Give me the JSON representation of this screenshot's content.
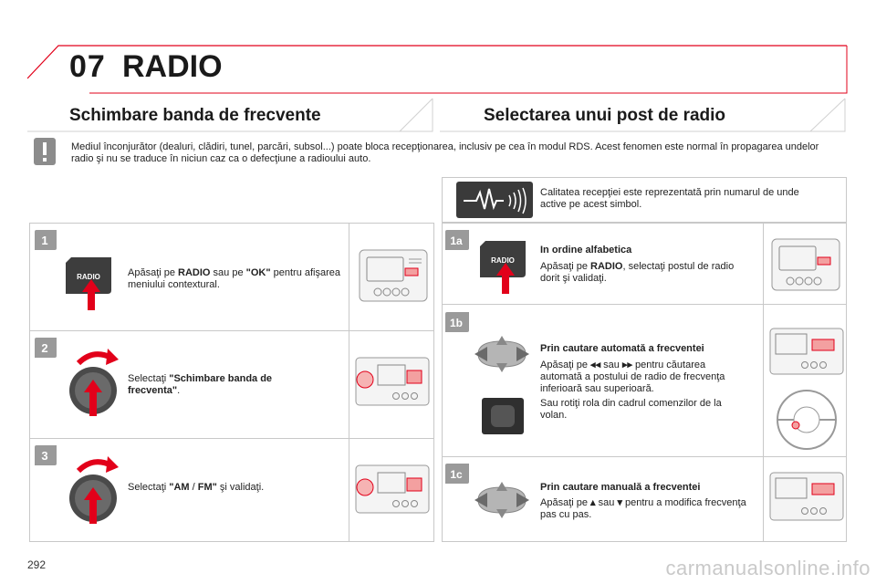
{
  "chapter": {
    "number": "07",
    "title": "RADIO"
  },
  "sections": {
    "left_title": "Schimbare banda de frecvente",
    "right_title": "Selectarea unui post de radio"
  },
  "warning": {
    "icon": "exclamation-icon",
    "text": "Mediul înconjurător (dealuri, clădiri, tunel, parcări, subsol...) poate bloca recepţionarea, inclusiv pe cea în modul RDS. Acest fenomen este normal în propagarea undelor radio şi nu se traduce în niciun caz ca o defecţiune a radioului auto."
  },
  "signal_note": "Calitatea recepţiei este reprezentată prin numarul de unde active pe acest simbol.",
  "left_steps": [
    {
      "badge": "1",
      "text_pre": "Apăsaţi pe ",
      "b1": "RADIO",
      "text_mid": " sau pe ",
      "b2": "\"OK\"",
      "text_post": " pentru afişarea meniului contextural.",
      "button_label": "RADIO"
    },
    {
      "badge": "2",
      "text_pre": "Selectaţi ",
      "b1": "\"Schimbare banda de frecventa\"",
      "text_post": "."
    },
    {
      "badge": "3",
      "text_pre": "Selectaţi ",
      "b1": "\"AM",
      "text_mid": " / ",
      "b2": "FM\"",
      "text_post": " şi validaţi."
    }
  ],
  "right_steps": [
    {
      "badge": "1a",
      "heading": "In ordine alfabetica",
      "text_pre": "Apăsaţi pe ",
      "b1": "RADIO",
      "text_post": ", selectaţi postul de radio dorit şi validaţi.",
      "button_label": "RADIO"
    },
    {
      "badge": "1b",
      "heading": "Prin cautare automată a frecventei",
      "text_pre": "Apăsaţi pe ",
      "sym1": "◂◂",
      "text_mid": " sau ",
      "sym2": "▸▸",
      "text_post": " pentru căutarea automată a postului de radio de frecvenţa inferioară sau superioară.",
      "extra": "Sau rotiţi rola din cadrul comenzilor de la volan."
    },
    {
      "badge": "1c",
      "heading": "Prin cautare manuală a frecventei",
      "text_pre": "Apăsaţi pe ",
      "sym1": "▴",
      "text_mid": " sau ",
      "sym2": "▾",
      "text_post": " pentru a modifica frecvenţa pas cu pas."
    }
  ],
  "page_number": "292",
  "watermark": "carmanualsonline.info",
  "colors": {
    "accent_red": "#e2001a",
    "badge_gray": "#9a9a9a",
    "panel_border": "#c8c8c8"
  }
}
